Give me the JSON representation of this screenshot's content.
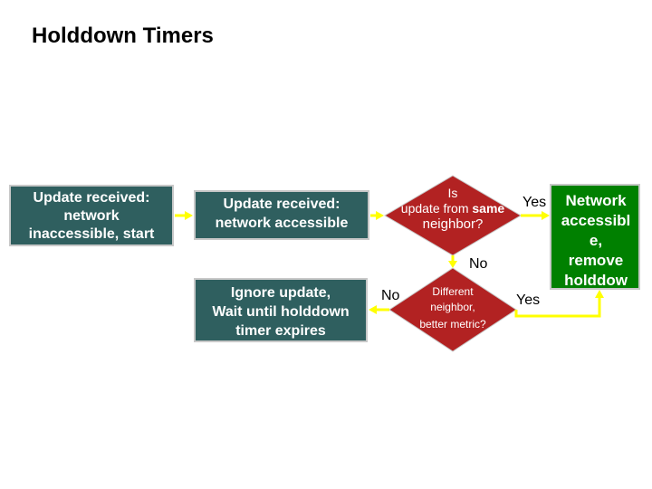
{
  "title": "Holddown Timers",
  "box1": {
    "lines": [
      "Update received:",
      "network",
      "inaccessible, start"
    ]
  },
  "box2": {
    "lines": [
      "Update received:",
      "network accessible"
    ]
  },
  "box3": {
    "lines": [
      "Ignore update,",
      "Wait until holddown",
      "timer expires"
    ]
  },
  "diamond1": {
    "lines": [
      "Is",
      "update from",
      "same",
      "neighbor?"
    ]
  },
  "diamond2": {
    "lines": [
      "Different",
      "neighbor,",
      "better metric?"
    ]
  },
  "labels": {
    "yes_top": "Yes",
    "no_down": "No",
    "no_left": "No",
    "yes_right": "Yes"
  },
  "result": {
    "lines": [
      "Network",
      "accessibl",
      "e,",
      "remove",
      "holddow"
    ]
  },
  "colors": {
    "box_fill": "#2f5f5f",
    "box_border": "#c8c8c8",
    "diamond_fill": "#b22222",
    "result_fill": "#008000",
    "arrow": "#ffff00"
  }
}
